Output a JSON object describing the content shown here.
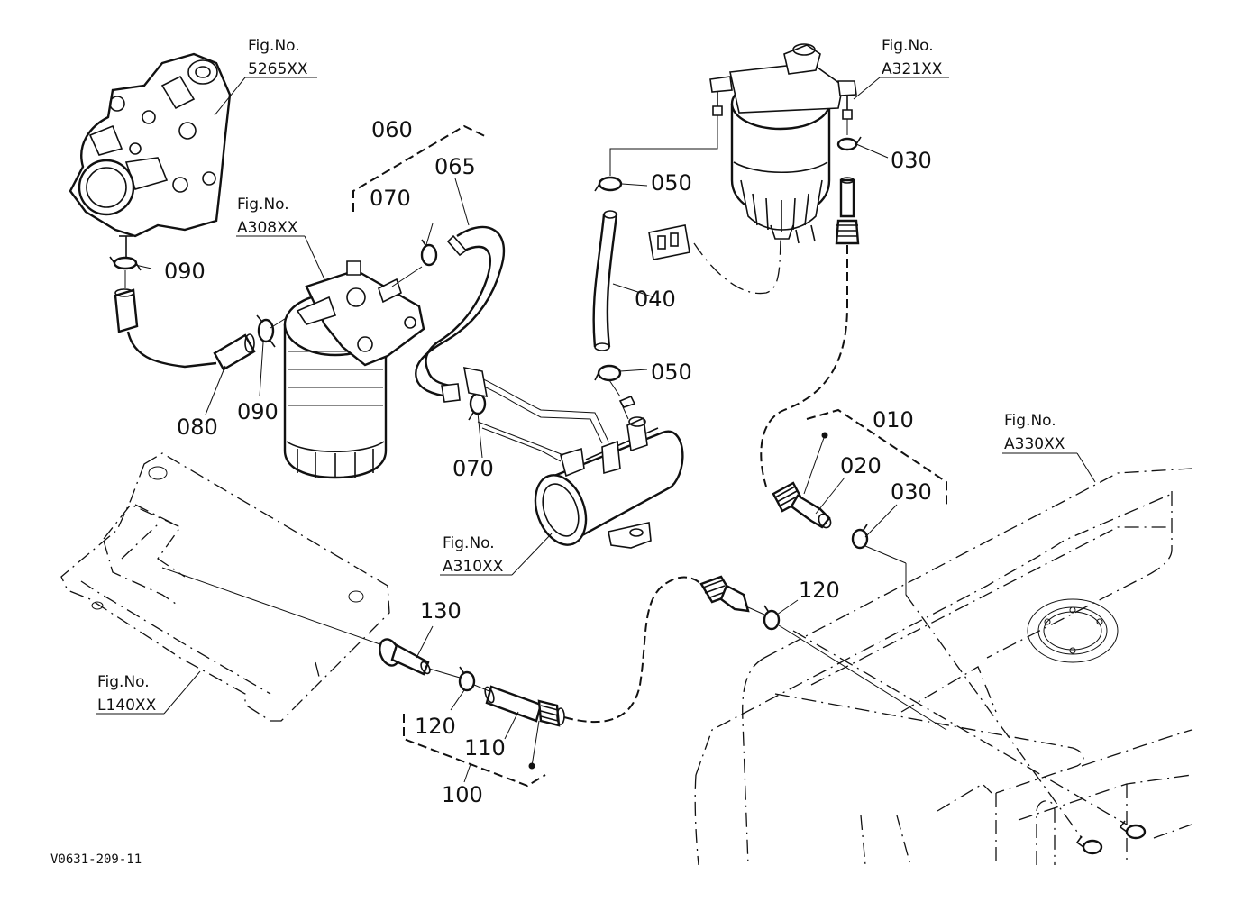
{
  "diagram_code": "V0631-209-11",
  "fig_refs": [
    {
      "title": "Fig.No.",
      "code": "5265XX"
    },
    {
      "title": "Fig.No.",
      "code": "A308XX"
    },
    {
      "title": "Fig.No.",
      "code": "A321XX"
    },
    {
      "title": "Fig.No.",
      "code": "A310XX"
    },
    {
      "title": "Fig.No.",
      "code": "A330XX"
    },
    {
      "title": "Fig.No.",
      "code": "L140XX"
    }
  ],
  "callouts": {
    "c060": "060",
    "c065": "065",
    "c070a": "070",
    "c070b": "070",
    "c090a": "090",
    "c090b": "090",
    "c080": "080",
    "c050a": "050",
    "c050b": "050",
    "c040": "040",
    "c030a": "030",
    "c010": "010",
    "c020": "020",
    "c030b": "030",
    "c120a": "120",
    "c130": "130",
    "c120b": "120",
    "c110": "110",
    "c100": "100"
  }
}
